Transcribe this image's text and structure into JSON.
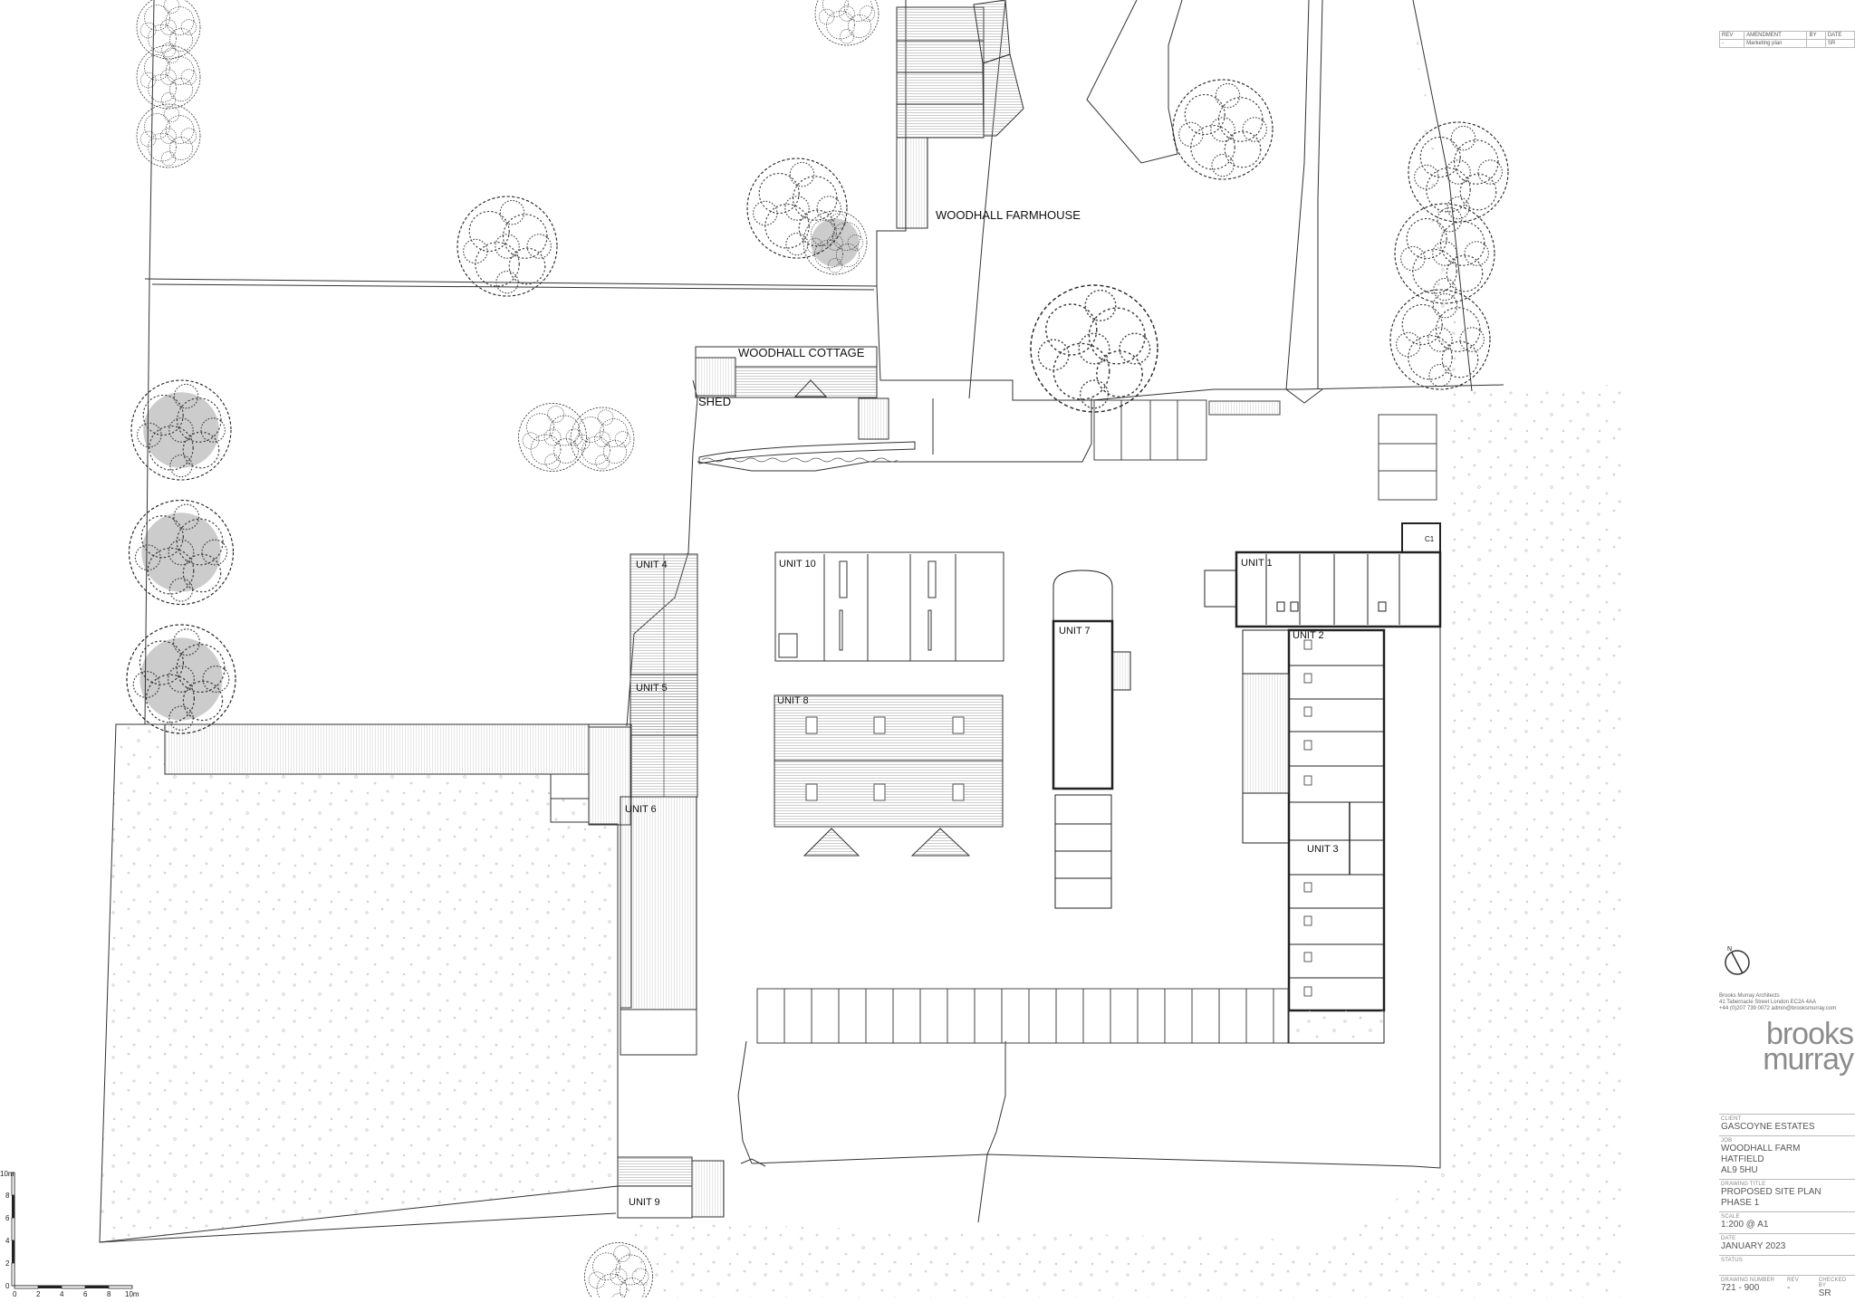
{
  "labels": {
    "woodhall_farmhouse": "WOODHALL FARMHOUSE",
    "woodhall_cottage": "WOODHALL COTTAGE",
    "shed": "SHED",
    "unit1": "UNIT 1",
    "unit2": "UNIT 2",
    "unit3": "UNIT 3",
    "unit4": "UNIT 4",
    "unit5": "UNIT 5",
    "unit6": "UNIT 6",
    "unit7": "UNIT 7",
    "unit8": "UNIT 8",
    "unit9": "UNIT 9",
    "unit10": "UNIT 10",
    "wc": "C1"
  },
  "revisions": {
    "header": [
      "REV",
      "AMENDMENT",
      "BY",
      "DATE"
    ],
    "rows": [
      [
        "-",
        "Marketing plan",
        "",
        "SR"
      ]
    ]
  },
  "practice": {
    "name": "Brooks Murray Architects",
    "address": "41 Tabernacle Street London EC2A 4AA",
    "contact": "+44 (0)207 739 0072  admin@brooksmurray.com"
  },
  "logo": {
    "line1": "brooks",
    "line2": "murray"
  },
  "title_block": {
    "client_key": "CLIENT",
    "client": "GASCOYNE ESTATES",
    "job_key": "JOB",
    "job_lines": [
      "WOODHALL FARM",
      "HATFIELD",
      "AL9 5HU"
    ],
    "drawing_title_key": "DRAWING TITLE",
    "drawing_title_lines": [
      "PROPOSED SITE PLAN",
      "PHASE 1"
    ],
    "scale_key": "SCALE",
    "scale": "1:200 @ A1",
    "date_key": "DATE",
    "date": "JANUARY 2023",
    "status_key": "STATUS",
    "status": "",
    "drawing_number_key": "DRAWING NUMBER",
    "drawing_number": "721 - 900",
    "rev_key": "REV",
    "rev": "-",
    "checked_key": "CHECKED BY",
    "checked": "SR"
  },
  "scale_bar": {
    "vertical_ticks": [
      "10m",
      "8",
      "6",
      "4",
      "2",
      "0"
    ],
    "horizontal_ticks": [
      "0",
      "2",
      "4",
      "6",
      "8",
      "10m"
    ]
  },
  "north_arrow": {
    "letter": "N"
  }
}
